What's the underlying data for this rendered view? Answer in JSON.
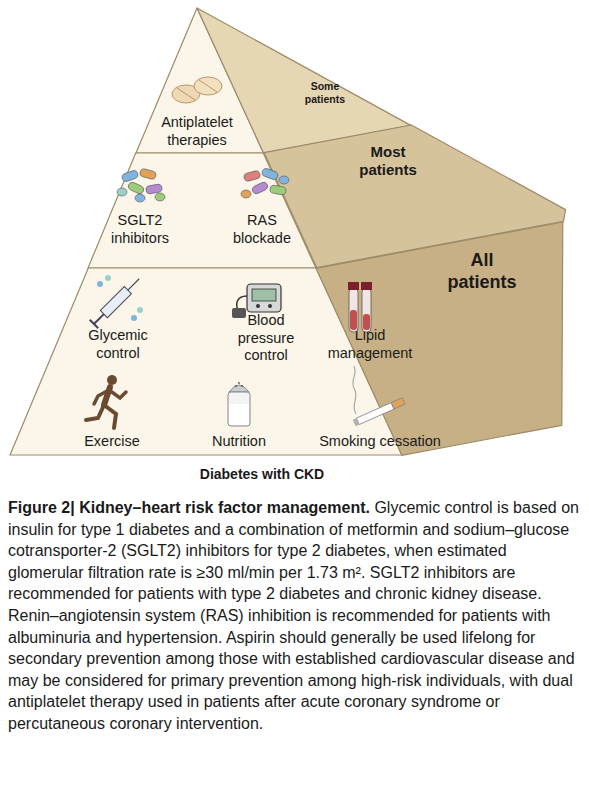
{
  "diagram": {
    "title": "Figure 2| Kidney–heart risk factor management.",
    "caption": "Glycemic control is based on insulin for type 1 diabetes and a combination of metformin and sodium–glucose cotransporter-2 (SGLT2) inhibitors for type 2 diabetes, when estimated glomerular filtration rate is ≥30 ml/min per 1.73 m². SGLT2 inhibitors are recommended for patients with type 2 diabetes and chronic kidney disease. Renin–angiotensin system (RAS) inhibition is recommended for patients with albuminuria and hypertension. Aspirin should generally be used lifelong for secondary prevention among those with established cardiovascular disease and may be considered for primary prevention among high-risk individuals, with dual antiplatelet therapy used in patients after acute coronary syndrome or percutaneous coronary intervention.",
    "nodes": [
      {
        "text": [
          "Antiplatelet therapies"
        ]
      },
      {
        "text": [
          "Some patients"
        ]
      },
      {
        "text": [
          "SGLT2 inhibitors",
          "RAS blockade"
        ]
      },
      {
        "text": [
          "Most patients"
        ]
      },
      {
        "text": [
          "Glycemic control",
          "Blood pressure control",
          "Lipid management",
          "Exercise",
          "Nutrition",
          "Smoking cessation"
        ]
      },
      {
        "text": [
          "All patients"
        ]
      }
    ],
    "labels": [
      "Diabetes with CKD"
    ]
  }
}
